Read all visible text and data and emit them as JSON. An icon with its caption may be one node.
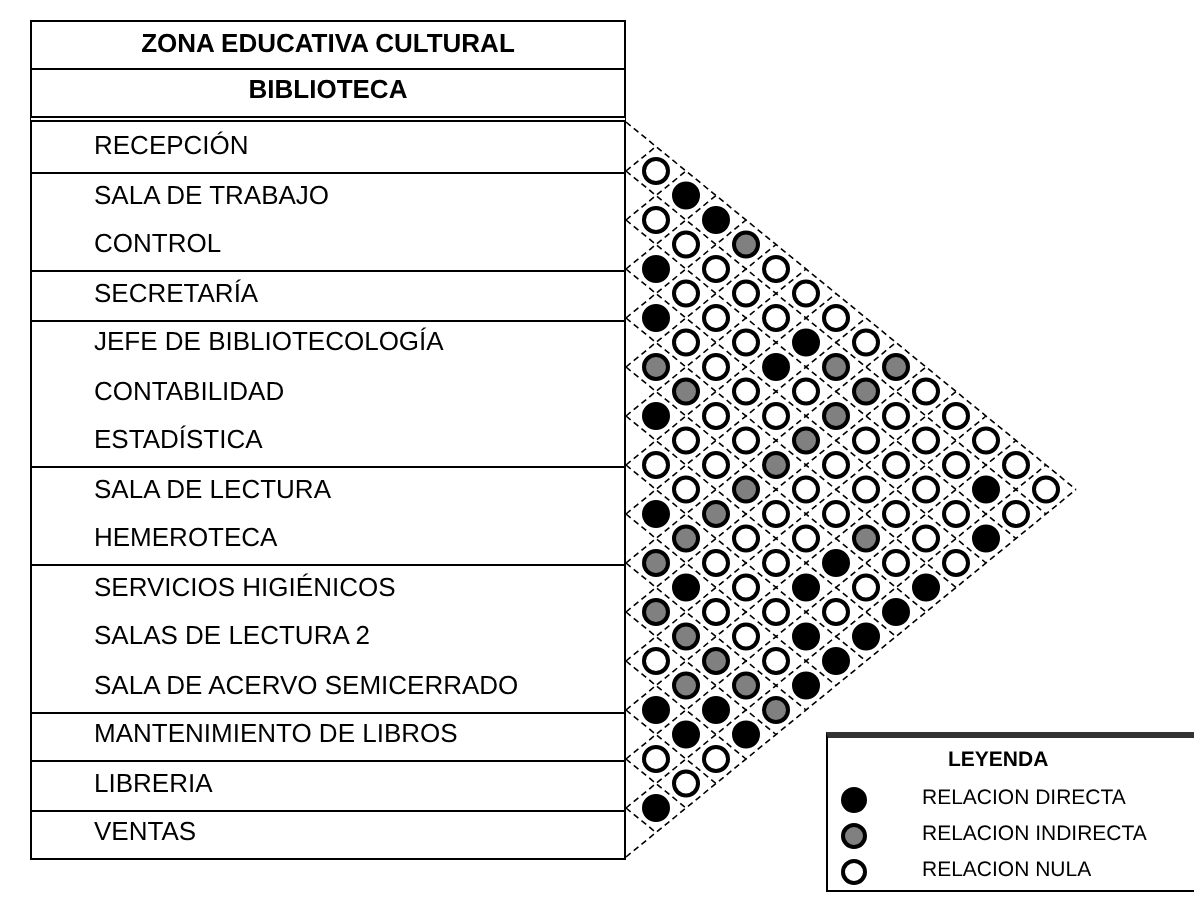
{
  "diagram": {
    "labels": [
      "ZONA EDUCATIVA CULTURAL",
      "BIBLIOTECA",
      "RECEPCIÓN",
      "SALA DE TRABAJO",
      "CONTROL",
      "SECRETARÍA",
      "JEFE DE BIBLIOTECOLOGÍA",
      "CONTABILIDAD",
      "ESTADÍSTICA",
      "SALA DE LECTURA",
      "HEMEROTECA",
      "SERVICIOS HIGIÉNICOS",
      "SALAS DE LECTURA 2",
      "SALA DE ACERVO SEMICERRADO",
      "MANTENIMIENTO DE LIBROS",
      "LIBRERIA",
      "VENTAS",
      "LEYENDA"
    ],
    "legend": [
      {
        "text": "RELACION DIRECTA",
        "color": "#000000"
      },
      {
        "text": "RELACION INDIRECTA",
        "color": "#808080"
      },
      {
        "text": "RELACION NULA",
        "color": "#ffffff"
      }
    ]
  }
}
